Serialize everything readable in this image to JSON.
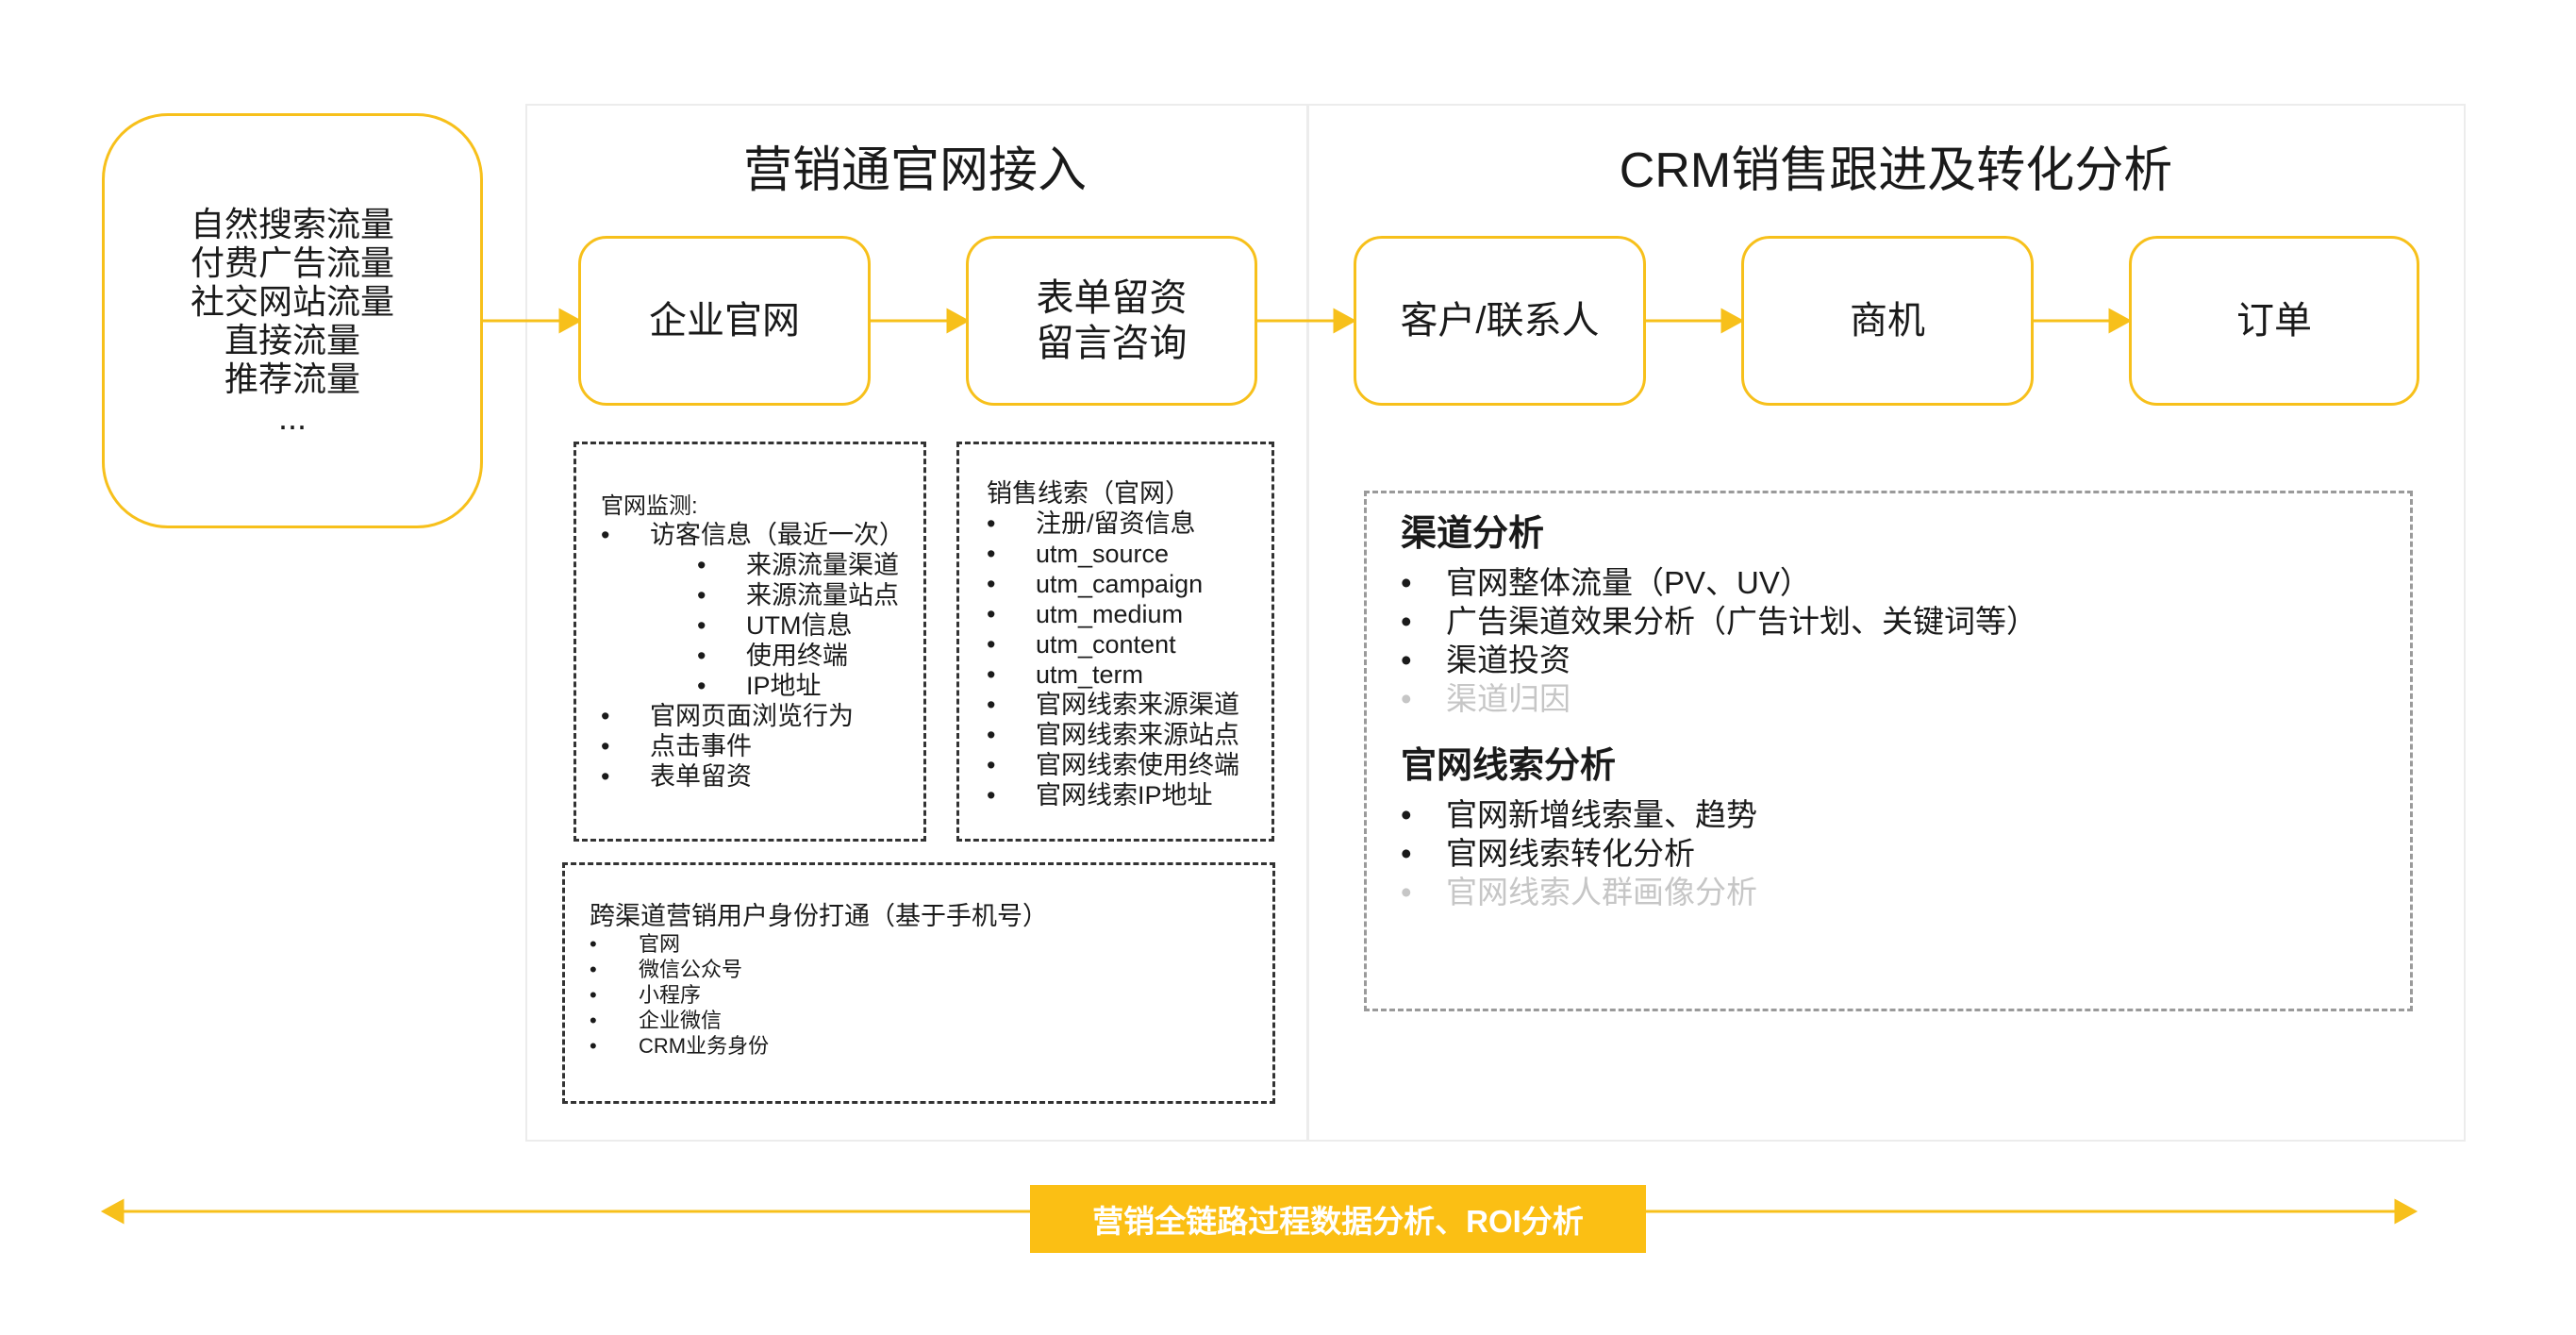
{
  "sections": {
    "website_access_title": "营销通官网接入",
    "crm_title": "CRM销售跟进及转化分析"
  },
  "traffic_sources": [
    "自然搜索流量",
    "付费广告流量",
    "社交网站流量",
    "直接流量",
    "推荐流量",
    "..."
  ],
  "flow_nodes": {
    "official_site": "企业官网",
    "form_line1": "表单留资",
    "form_line2": "留言咨询",
    "contacts": "客户/联系人",
    "opportunity": "商机",
    "order": "订单"
  },
  "monitoring": {
    "heading": "官网监测:",
    "visitor_info": "访客信息（最近一次）",
    "visitor_sub": [
      "来源流量渠道",
      "来源流量站点",
      "UTM信息",
      "使用终端",
      "IP地址"
    ],
    "others": [
      "官网页面浏览行为",
      "点击事件",
      "表单留资"
    ]
  },
  "sales_leads": {
    "heading": "销售线索（官网）",
    "items": [
      "注册/留资信息",
      "utm_source",
      "utm_campaign",
      "utm_medium",
      "utm_content",
      "utm_term",
      "官网线索来源渠道",
      "官网线索来源站点",
      "官网线索使用终端",
      "官网线索IP地址"
    ]
  },
  "cross_channel": {
    "heading": "跨渠道营销用户身份打通（基于手机号）",
    "items": [
      "官网",
      "微信公众号",
      "小程序",
      "企业微信",
      "CRM业务身份"
    ]
  },
  "analysis": {
    "channel_title": "渠道分析",
    "channel_items": [
      {
        "text": "官网整体流量（PV、UV）",
        "muted": false
      },
      {
        "text": "广告渠道效果分析（广告计划、关键词等）",
        "muted": false
      },
      {
        "text": "渠道投资",
        "muted": false
      },
      {
        "text": "渠道归因",
        "muted": true
      }
    ],
    "leads_title": "官网线索分析",
    "leads_items": [
      {
        "text": "官网新增线索量、趋势",
        "muted": false
      },
      {
        "text": "官网线索转化分析",
        "muted": false
      },
      {
        "text": "官网线索人群画像分析",
        "muted": true
      }
    ]
  },
  "banner": "营销全链路过程数据分析、ROI分析",
  "colors": {
    "accent": "#f7c01b",
    "banner": "#fbbf14",
    "muted_text": "#c6c6c6",
    "text": "#1a1a1a"
  }
}
